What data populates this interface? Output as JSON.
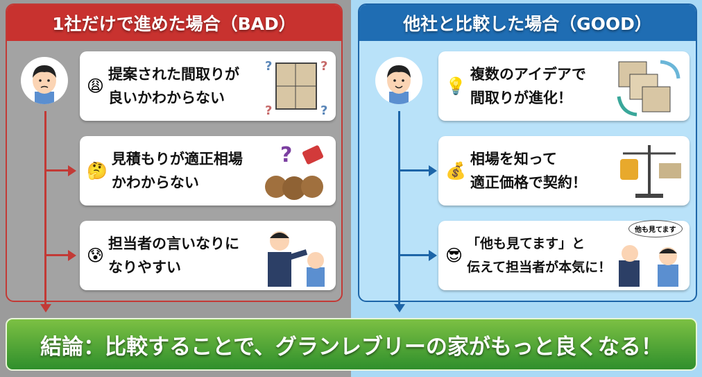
{
  "bad": {
    "title": "1社だけで進めた場合（BAD）",
    "items": [
      {
        "emoji": "😩",
        "line1": "提案された間取りが",
        "line2": "良いかわからない"
      },
      {
        "emoji": "🤔",
        "line1": "見積もりが適正相場",
        "line2": "かわからない"
      },
      {
        "emoji": "😰",
        "line1": "担当者の言いなりに",
        "line2": "なりやすい"
      }
    ]
  },
  "good": {
    "title": "他社と比較した場合（GOOD）",
    "items": [
      {
        "emoji": "💡",
        "line1": "複数のアイデアで",
        "line2": "間取りが進化！"
      },
      {
        "emoji": "💰",
        "line1": "相場を知って",
        "line2": "適正価格で契約！"
      },
      {
        "emoji": "😎",
        "line1": "「他も見てます」と",
        "line2": "伝えて担当者が本気に！"
      }
    ],
    "bubble": "他も見てます"
  },
  "conclusion": "結論：比較することで、グランレブリーの家がもっと良くなる！",
  "colors": {
    "bad": "#c8322f",
    "good": "#1f6db3",
    "conclusion": "#3f9a32"
  }
}
